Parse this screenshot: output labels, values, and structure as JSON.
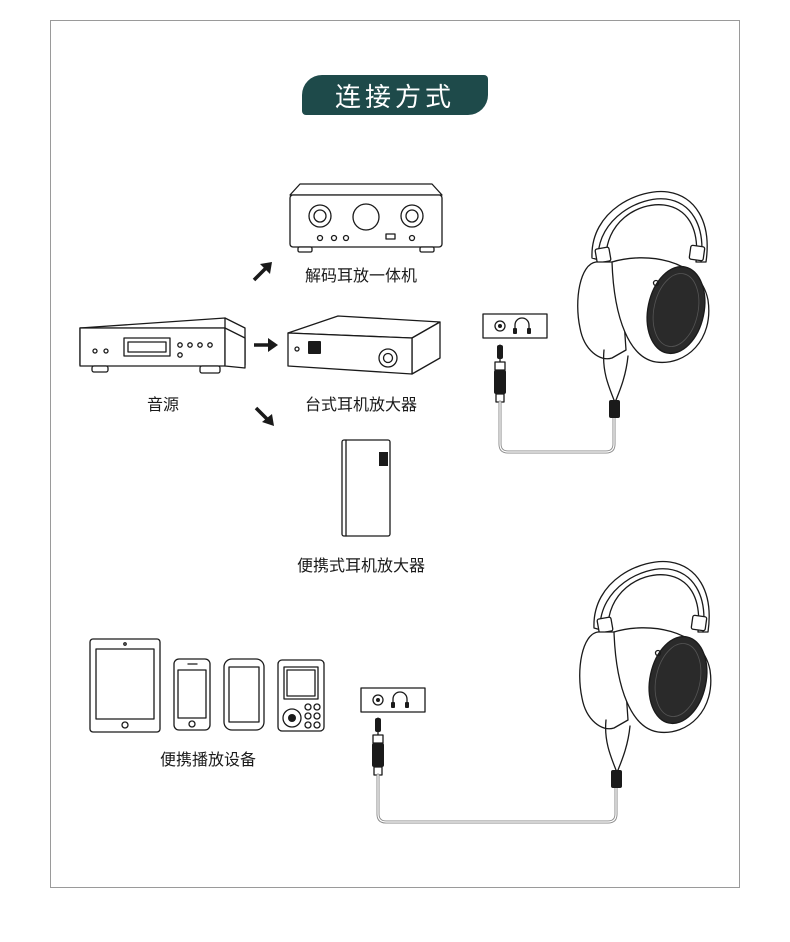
{
  "title": "连接方式",
  "labels": {
    "source": "音源",
    "dac_amp": "解码耳放一体机",
    "desktop_amp": "台式耳机放大器",
    "portable_amp": "便携式耳机放大器",
    "portable_devices": "便携播放设备"
  },
  "icons": {
    "source_device": "cd-player-icon",
    "dac_amp": "dac-amp-icon",
    "desktop_amp": "desktop-amp-icon",
    "portable_amp": "portable-amp-icon",
    "jack": "headphone-jack-icon",
    "plug": "audio-plug-icon",
    "headphones": "headphones-icon",
    "tablet": "tablet-icon",
    "phone": "phone-icon",
    "dap": "music-player-icon"
  },
  "colors": {
    "title_bg": "#1e4a4a",
    "title_text": "#ffffff",
    "line": "#1a1a1a",
    "cable": "#8a8a8a"
  }
}
